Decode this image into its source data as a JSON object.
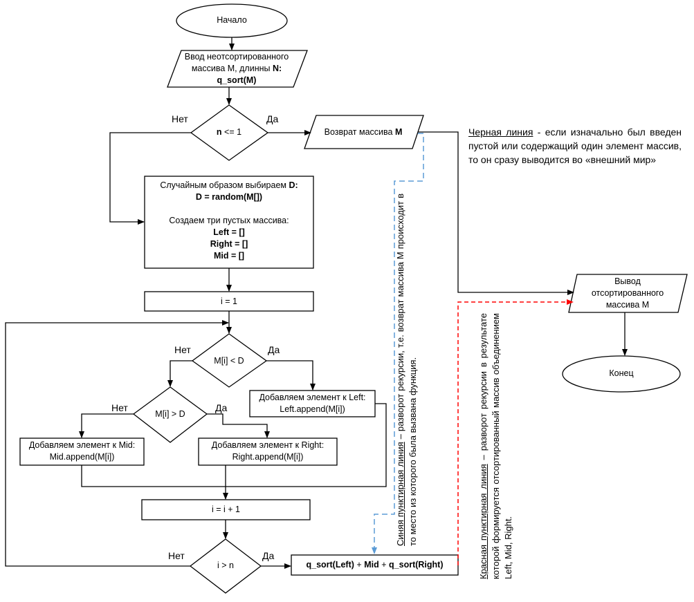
{
  "start": "Начало",
  "end": "Конец",
  "input": {
    "line1": "Ввод неотсортированного",
    "line2": "массива M, длинны",
    "line2_bold": "N:",
    "line3": "q_sort(M)"
  },
  "cond1": {
    "pre": "n",
    "post": "<= 1"
  },
  "return_arr": {
    "text": "Возврат массива",
    "bold": "M"
  },
  "init": {
    "line1": "Случайным образом выбираем",
    "line1_bold": "D:",
    "line2": "D = random(M[])",
    "line3": "Создаем три пустых массива:",
    "line4": "Left = []",
    "line5": "Right = []",
    "line6": "Mid = []"
  },
  "i_init": "i = 1",
  "cond2": "M[i] < D",
  "cond3": "M[i] > D",
  "add_left": {
    "line1": "Добавляем элемент к Left:",
    "line2": "Left.append(M[i])"
  },
  "add_mid": {
    "line1": "Добавляем элемент к Mid:",
    "line2": "Mid.append(M[i])"
  },
  "add_right": {
    "line1": "Добавляем элемент к Right:",
    "line2": "Right.append(M[i])"
  },
  "i_inc": "i = i + 1",
  "cond4": "i > n",
  "combine": {
    "a": "q_sort(Left)",
    "b": "+",
    "c": "Mid",
    "d": "+",
    "e": "q_sort(Right)"
  },
  "output": {
    "line1": "Вывод",
    "line2": "отсортированного",
    "line3": "массива M"
  },
  "labels": {
    "no": "Нет",
    "yes": "Да"
  },
  "black_note": {
    "title": "Черная линия",
    "text": " - если изначально был введен пустой или содержащий один элемент массив, то он сразу выводится во «внешний мир»"
  },
  "blue_note": {
    "title": "Синяя пунктирная линия",
    "text": " – разворот рекурсии, т.е. возврат массива M происходит в то место из которого была вызвана функция."
  },
  "red_note": {
    "title": "Красная пунктирная линия",
    "text": " – разворот рекурсии в результате которой формируется отсортированный массив объединением Left, Mid, Right."
  },
  "colors": {
    "blue_line": "#5b9bd5",
    "red_line": "#ff0000",
    "stroke": "#000000"
  }
}
